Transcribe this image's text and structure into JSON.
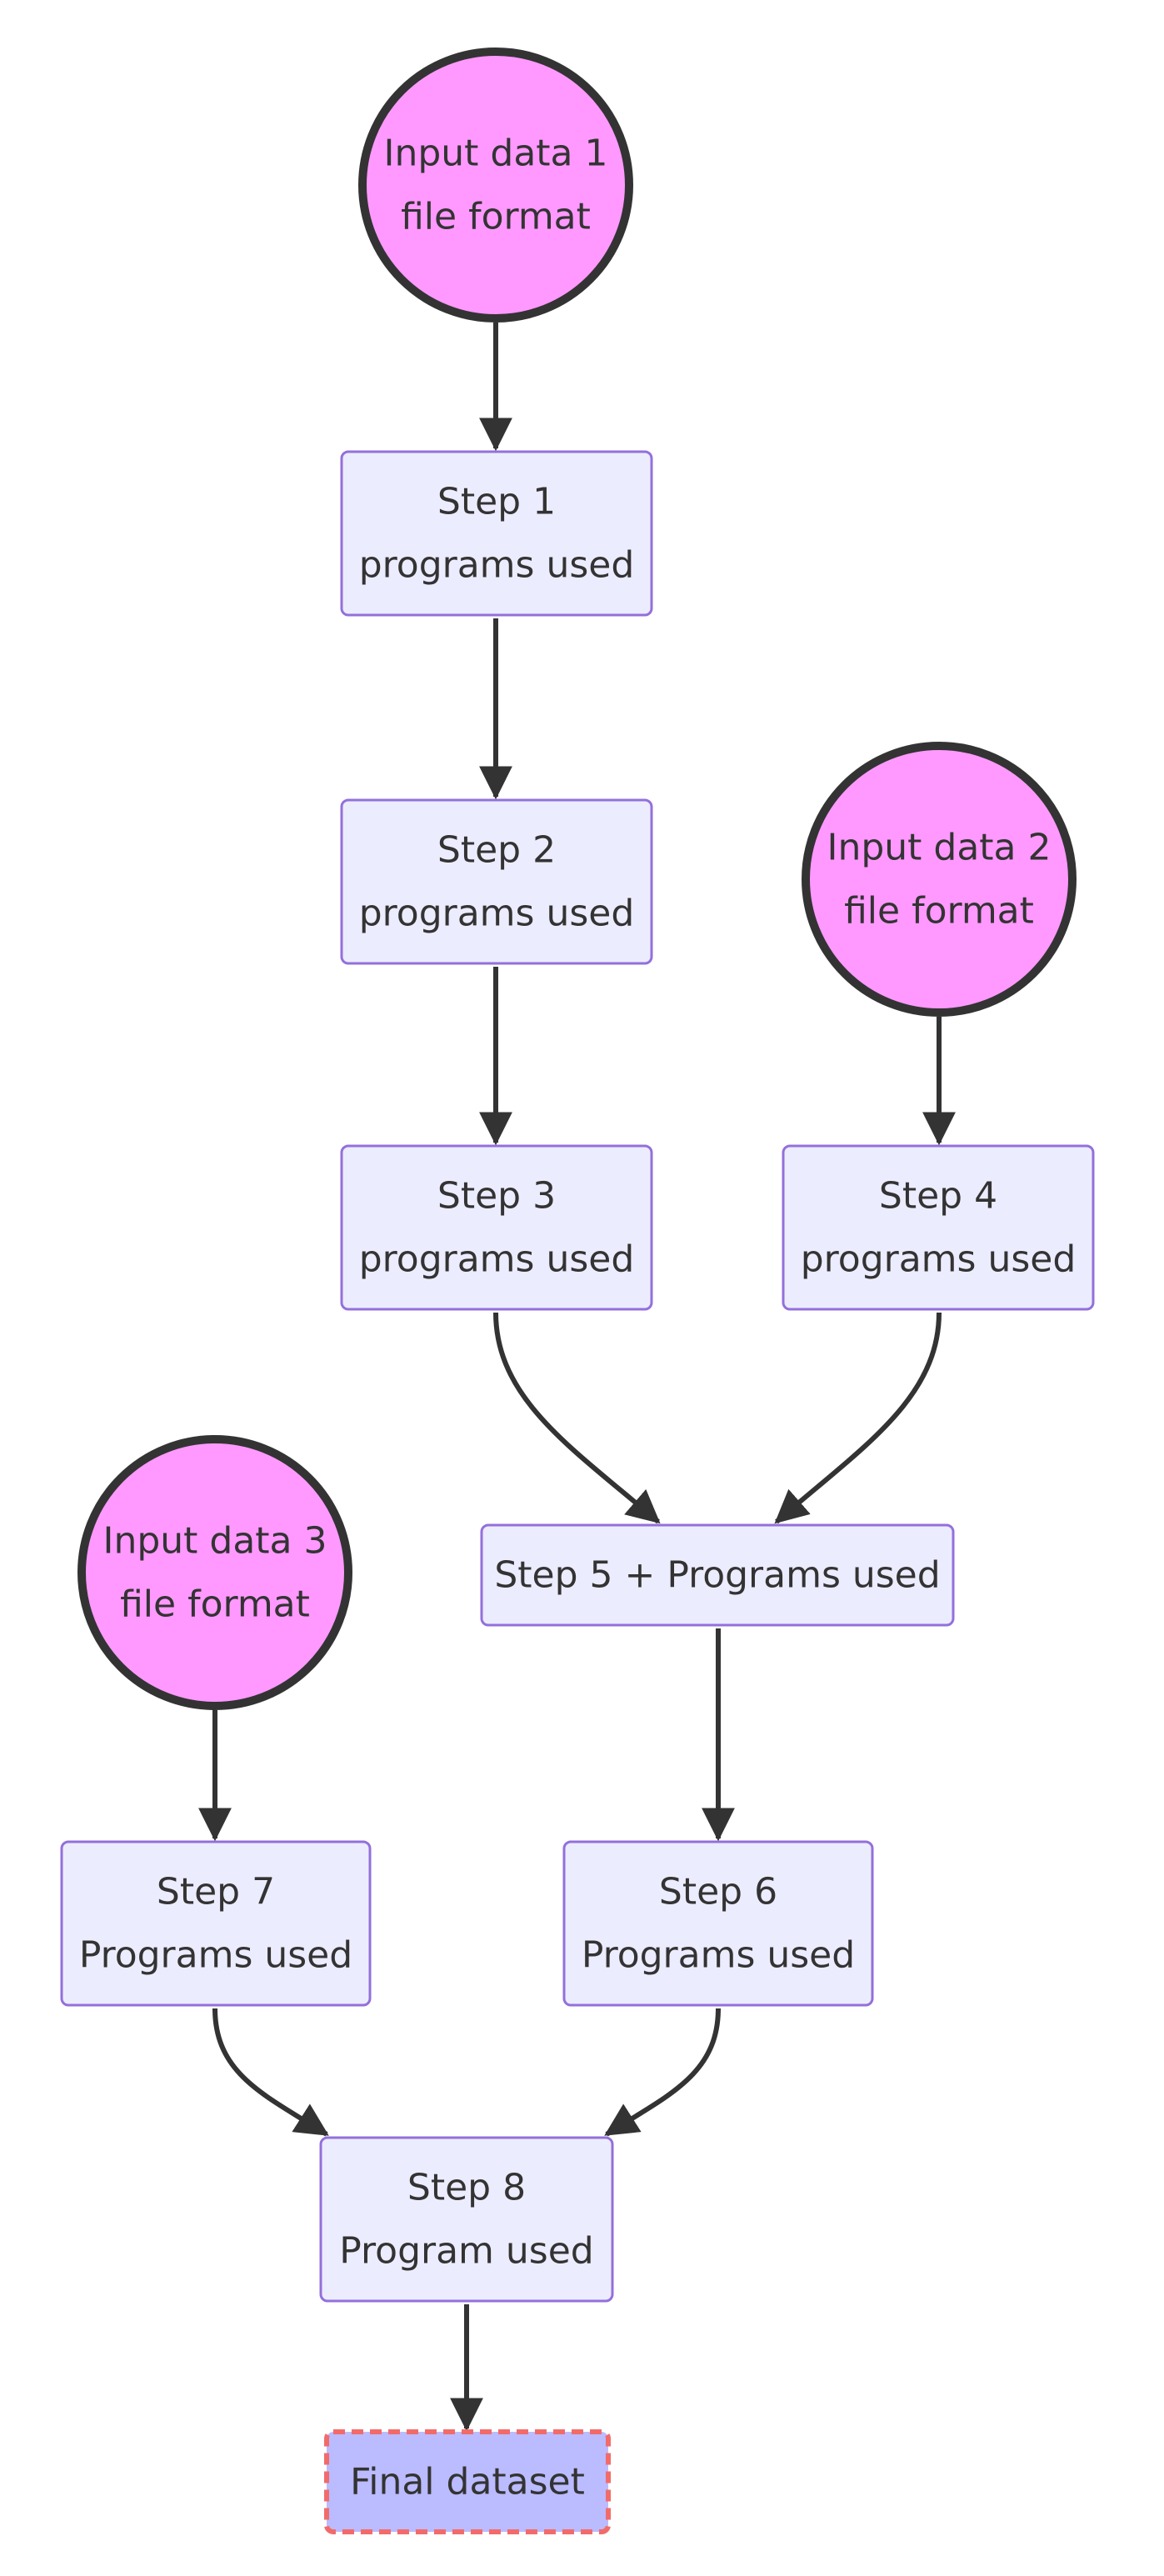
{
  "colors": {
    "input_fill": "#ff99ff",
    "input_stroke": "#333333",
    "step_fill": "#ececff",
    "step_stroke": "#9370db",
    "final_fill": "#bbbbff",
    "final_stroke": "#f26b6b",
    "edge": "#333333",
    "text": "#333333"
  },
  "nodes": {
    "input1": {
      "shape": "circle",
      "lines": [
        "Input data 1",
        "file format"
      ]
    },
    "step1": {
      "shape": "rect",
      "lines": [
        "Step 1",
        "programs used"
      ]
    },
    "step2": {
      "shape": "rect",
      "lines": [
        "Step 2",
        "programs used"
      ]
    },
    "input2": {
      "shape": "circle",
      "lines": [
        "Input data 2",
        "file format"
      ]
    },
    "step3": {
      "shape": "rect",
      "lines": [
        "Step 3",
        "programs used"
      ]
    },
    "step4": {
      "shape": "rect",
      "lines": [
        "Step 4",
        "programs used"
      ]
    },
    "input3": {
      "shape": "circle",
      "lines": [
        "Input data 3",
        "file format"
      ]
    },
    "step5": {
      "shape": "rect",
      "lines": [
        "Step 5 + Programs used"
      ]
    },
    "step7": {
      "shape": "rect",
      "lines": [
        "Step 7",
        "Programs used"
      ]
    },
    "step6": {
      "shape": "rect",
      "lines": [
        "Step 6",
        "Programs used"
      ]
    },
    "step8": {
      "shape": "rect",
      "lines": [
        "Step 8",
        "Program used"
      ]
    },
    "final": {
      "shape": "final",
      "lines": [
        "Final dataset"
      ]
    }
  },
  "edges": [
    {
      "from": "input1",
      "to": "step1"
    },
    {
      "from": "step1",
      "to": "step2"
    },
    {
      "from": "step2",
      "to": "step3"
    },
    {
      "from": "input2",
      "to": "step4"
    },
    {
      "from": "step3",
      "to": "step5"
    },
    {
      "from": "step4",
      "to": "step5"
    },
    {
      "from": "step5",
      "to": "step6"
    },
    {
      "from": "input3",
      "to": "step7"
    },
    {
      "from": "step7",
      "to": "step8"
    },
    {
      "from": "step6",
      "to": "step8"
    },
    {
      "from": "step8",
      "to": "final"
    }
  ]
}
